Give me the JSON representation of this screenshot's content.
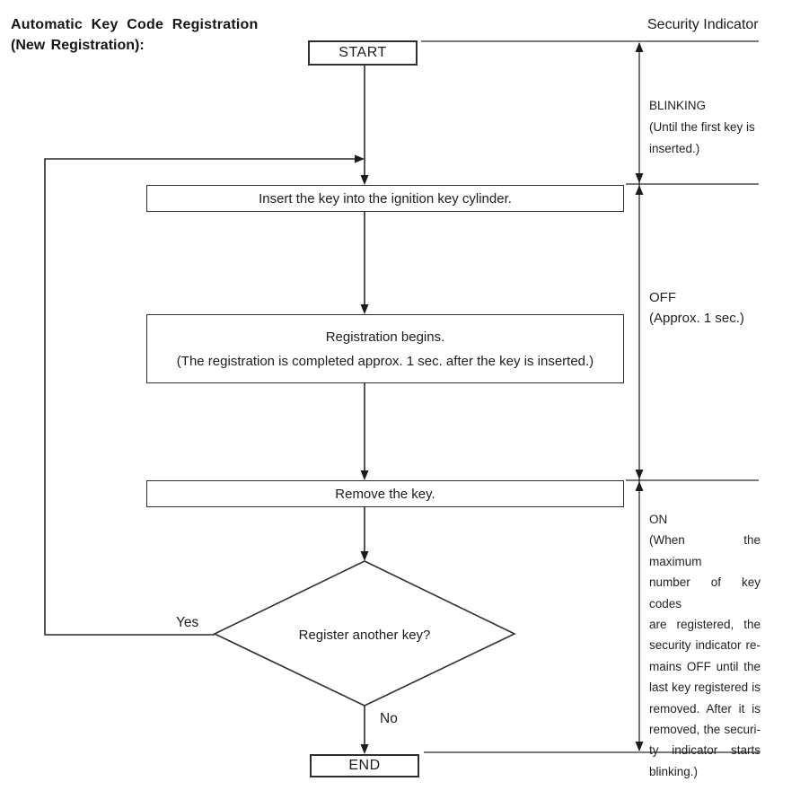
{
  "page": {
    "title_line1": "Automatic Key Code Registration",
    "title_line2": "(New Registration):"
  },
  "flowchart": {
    "start_label": "START",
    "step1": "Insert the key into the ignition key cylinder.",
    "step2_line1": "Registration begins.",
    "step2_line2": "(The registration is completed approx. 1 sec. after the key is inserted.)",
    "step3": "Remove the key.",
    "decision": "Register another key?",
    "yes_label": "Yes",
    "no_label": "No",
    "end_label": "END"
  },
  "indicator": {
    "header": "Security Indicator",
    "blinking": {
      "state": "BLINKING",
      "lines": [
        "BLINKING",
        "(Until the first key is",
        "inserted.)"
      ]
    },
    "off": {
      "state": "OFF",
      "lines": [
        "OFF",
        "(Approx. 1 sec.)"
      ]
    },
    "on": {
      "state": "ON",
      "lines": [
        "ON",
        "(When the maximum",
        "number of key codes",
        "are registered,  the",
        "security indicator re-",
        "mains OFF until the",
        "last key registered is",
        "removed. After it is",
        "removed, the securi-",
        "ty indicator starts",
        "blinking.)"
      ]
    }
  },
  "colors": {
    "background": "#ffffff",
    "line": "#2a2a2a",
    "text": "#1c1c1c"
  }
}
